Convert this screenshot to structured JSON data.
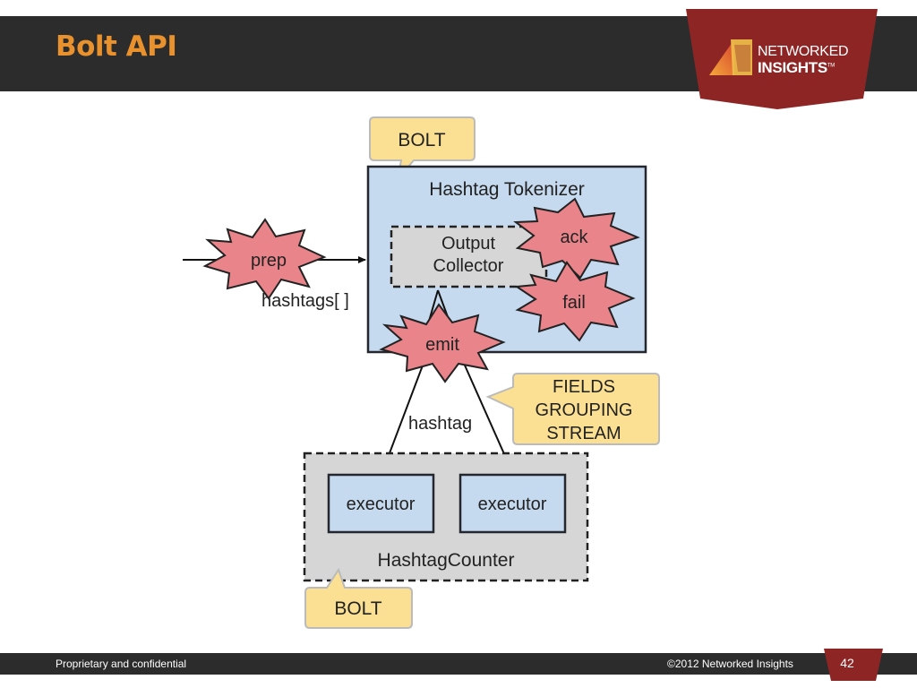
{
  "slide": {
    "title": "Bolt API",
    "footer_left": "Proprietary and confidential",
    "footer_right": "©2012  Networked Insights",
    "page_number": "42"
  },
  "logo": {
    "line1": "NETWORKED",
    "line2": "INSIGHTS",
    "tm": "TM"
  },
  "diagram": {
    "callout_top": "BOLT",
    "tokenizer_title": "Hashtag Tokenizer",
    "output_collector_line1": "Output",
    "output_collector_line2": "Collector",
    "burst_ack": "ack",
    "burst_fail": "fail",
    "burst_prep": "prep",
    "burst_emit": "emit",
    "input_label": "hashtags[ ]",
    "edge_label": "hashtag",
    "grouping_line1": "FIELDS",
    "grouping_line2": "GROUPING",
    "grouping_line3": "STREAM",
    "executor_1": "executor",
    "executor_2": "executor",
    "counter_title": "HashtagCounter",
    "callout_bottom": "BOLT"
  },
  "colors": {
    "accent_orange": "#e8912d",
    "dark_bar": "#2c2c2c",
    "logo_red": "#8e2525",
    "box_blue": "#c5d9ef",
    "box_border": "#24272e",
    "callout_yellow": "#fbe093",
    "callout_border": "#bbbbbb",
    "burst_pink": "#e8848a",
    "gray_box": "#d6d6d6"
  }
}
